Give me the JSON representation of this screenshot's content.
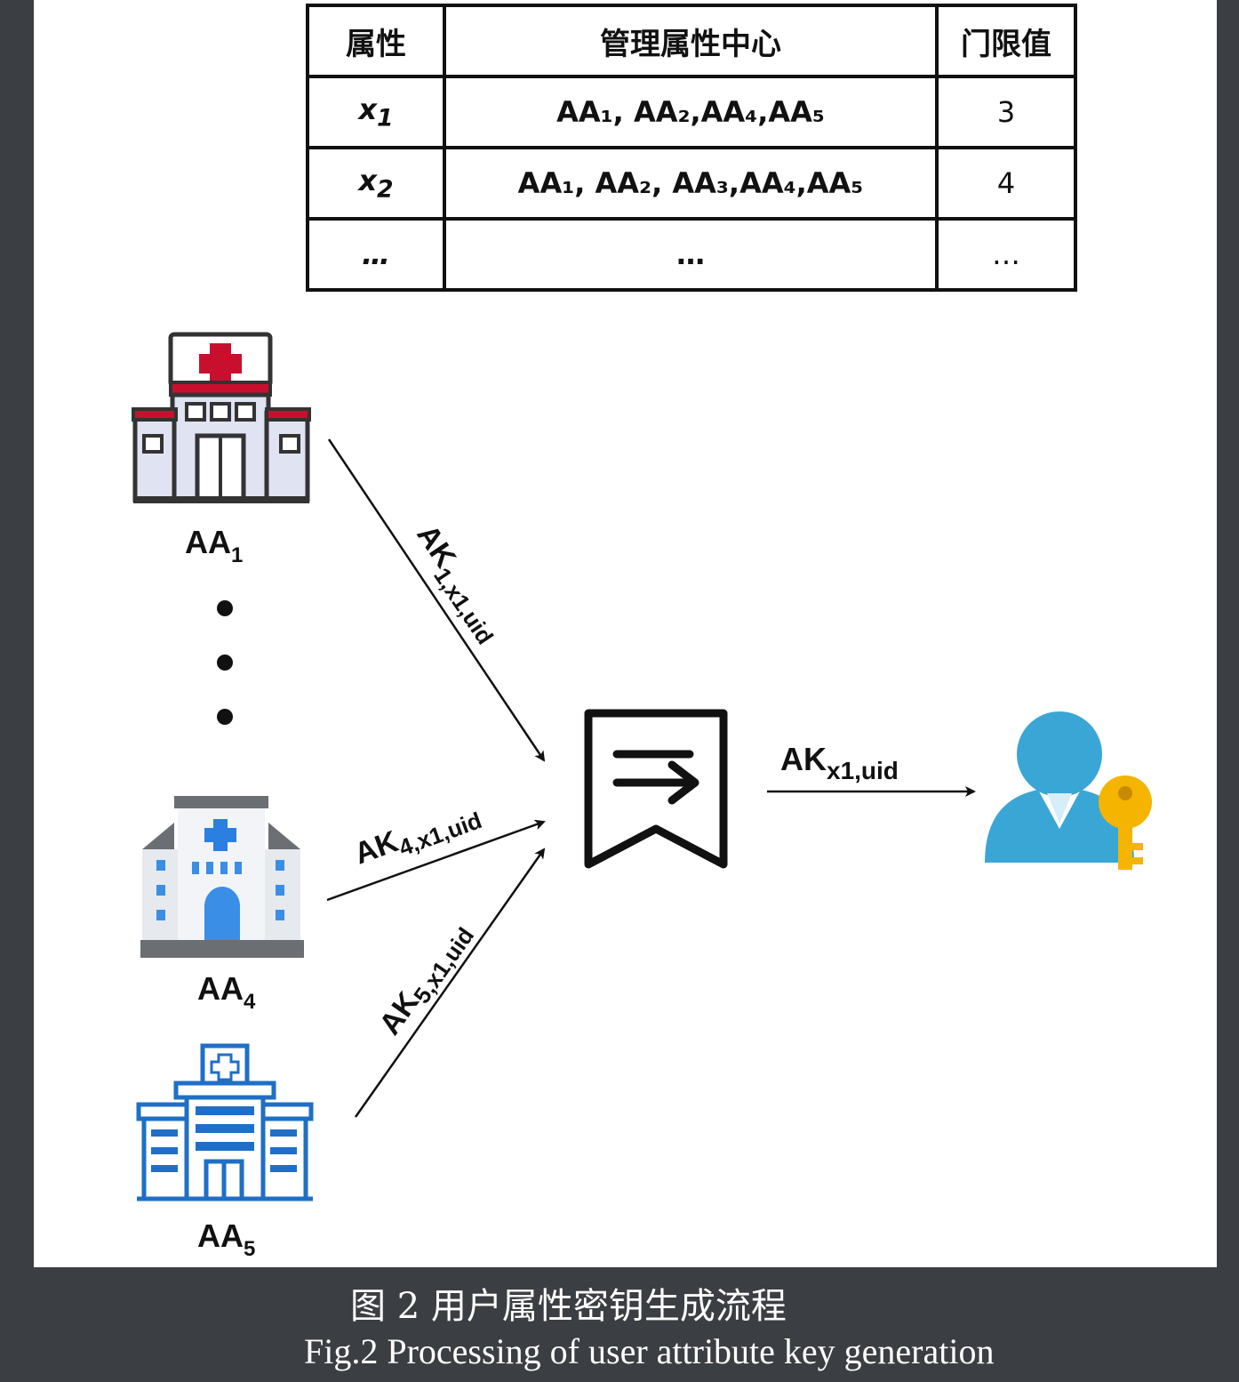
{
  "table": {
    "headers": [
      "属性",
      "管理属性中心",
      "门限值"
    ],
    "rows": [
      {
        "attr": "x",
        "attr_sub": "1",
        "centers": "AA₁, AA₂,AA₄,AA₅",
        "threshold": "3"
      },
      {
        "attr": "x",
        "attr_sub": "2",
        "centers": "AA₁, AA₂, AA₃,AA₄,AA₅",
        "threshold": "4"
      },
      {
        "attr": "…",
        "attr_sub": "",
        "centers": "…",
        "threshold": "…"
      }
    ]
  },
  "nodes": {
    "aa1": {
      "label": "AA",
      "sub": "1",
      "icon": "hospital-red-icon"
    },
    "aa4": {
      "label": "AA",
      "sub": "4",
      "icon": "hospital-gray-icon"
    },
    "aa5": {
      "label": "AA",
      "sub": "5",
      "icon": "hospital-blue-icon"
    },
    "aggregator_icon": "bookmark-arrow-icon",
    "user_icon": "user-with-key-icon"
  },
  "edges": {
    "ak1": {
      "main": "AK",
      "sub": "1,x1,uid"
    },
    "ak4": {
      "main": "AK",
      "sub": "4,x1,uid"
    },
    "ak5": {
      "main": "AK",
      "sub": "5,x1,uid"
    },
    "akx": {
      "main": "AK",
      "sub": "x1,uid"
    }
  },
  "caption": {
    "cn": "图 2  用户属性密钥生成流程",
    "en": "Fig.2 Processing of user attribute key generation"
  },
  "colors": {
    "background": "#3b3e42",
    "red_hospital": "#c8102e",
    "blue_hospital": "#1f6fc6",
    "user": "#3aa6d6",
    "key": "#f4b400"
  }
}
